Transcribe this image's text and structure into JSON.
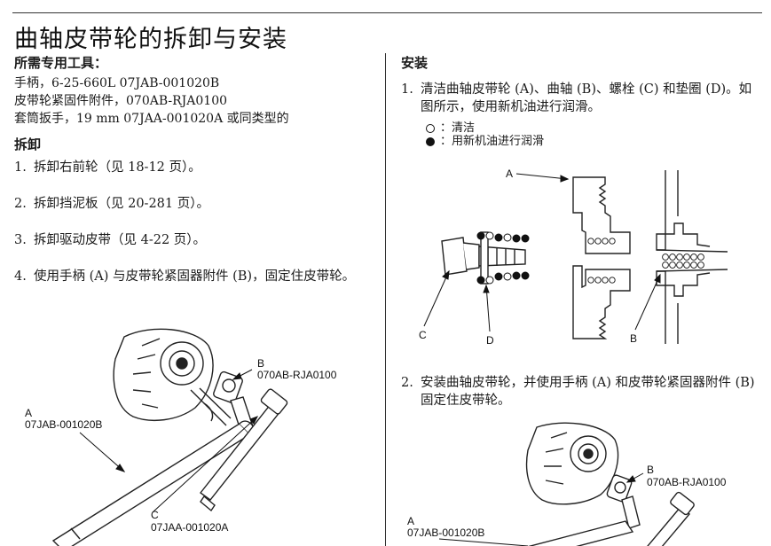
{
  "page": {
    "title": "曲轴皮带轮的拆卸与安装"
  },
  "tools": {
    "heading": "所需专用工具：",
    "items": [
      "手柄，6-25-660L 07JAB-001020B",
      "皮带轮紧固件附件，070AB-RJA0100",
      "套筒扳手，19 mm 07JAA-001020A 或同类型的"
    ]
  },
  "removal": {
    "heading": "拆卸",
    "steps": [
      {
        "num": "1.",
        "text": "拆卸右前轮（见 18-12 页）。"
      },
      {
        "num": "2.",
        "text": "拆卸挡泥板（见 20-281 页）。"
      },
      {
        "num": "3.",
        "text": "拆卸驱动皮带（见 4-22 页）。"
      },
      {
        "num": "4.",
        "text": "使用手柄 (A) 与皮带轮紧固器附件 (B)，固定住皮带轮。"
      }
    ],
    "figure": {
      "label_a": "A",
      "part_a": "07JAB-001020B",
      "label_b": "B",
      "part_b": "070AB-RJA0100",
      "label_c": "C",
      "part_c": "07JAA-001020A"
    }
  },
  "installation": {
    "heading": "安装",
    "steps": [
      {
        "num": "1.",
        "text": "清洁曲轴皮带轮 (A)、曲轴 (B)、螺栓 (C) 和垫圈 (D)。如图所示，使用新机油进行润滑。"
      },
      {
        "num": "2.",
        "text": "安装曲轴皮带轮，并使用手柄 (A) 和皮带轮紧固器附件 (B) 固定住皮带轮。"
      }
    ],
    "legend": {
      "clean": "：清洁",
      "oil": "：用新机油进行润滑"
    },
    "figure1": {
      "label_a": "A",
      "label_b": "B",
      "label_c": "C",
      "label_d": "D"
    },
    "figure2": {
      "label_a": "A",
      "part_a": "07JAB-001020B",
      "label_b": "B",
      "part_b": "070AB-RJA0100"
    }
  }
}
